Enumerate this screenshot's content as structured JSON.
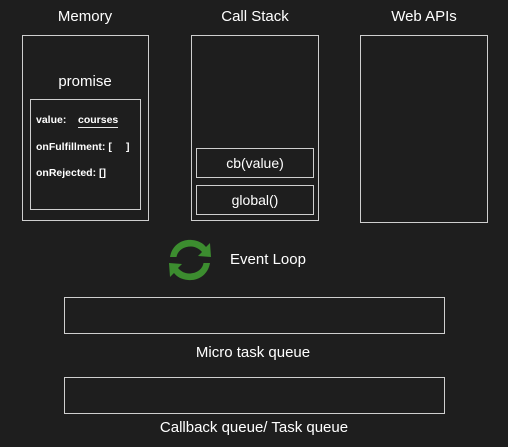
{
  "panels": {
    "memory": {
      "title": "Memory",
      "promise_title": "promise",
      "value_label": "value:",
      "value": "courses",
      "on_fulfillment_label": "onFulfillment: [",
      "on_fulfillment_close": "]",
      "on_rejected_label": "onRejected: []"
    },
    "call_stack": {
      "title": "Call Stack",
      "frames": [
        "cb(value)",
        "global()"
      ]
    },
    "web_apis": {
      "title": "Web APIs"
    }
  },
  "event_loop": {
    "label": "Event Loop",
    "icon": "refresh-arrows-icon",
    "icon_color": "#3c8d2f"
  },
  "queues": {
    "micro_task": "Micro task queue",
    "callback": "Callback queue/ Task queue"
  }
}
